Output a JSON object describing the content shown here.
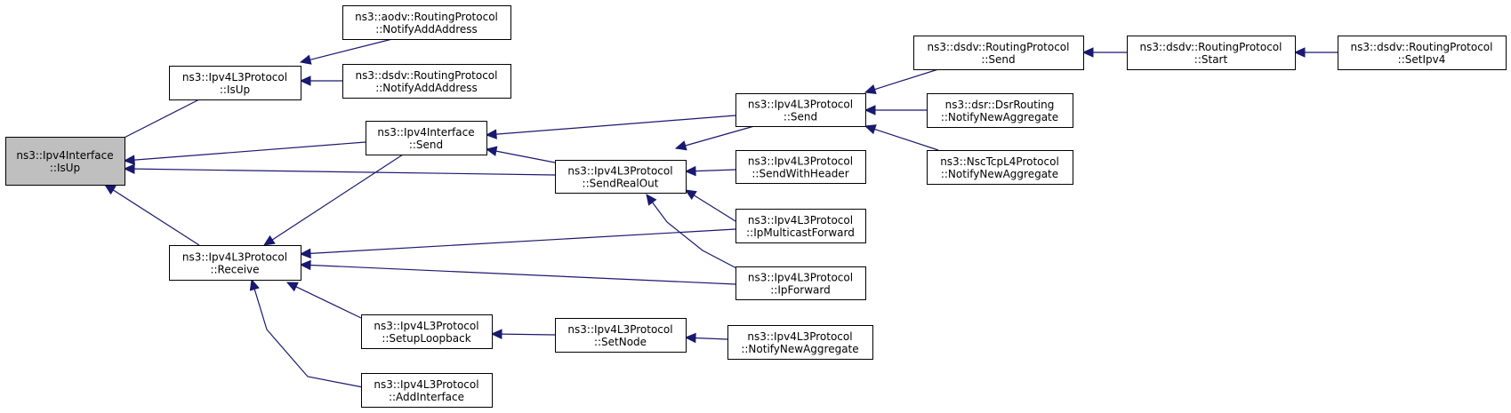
{
  "diagram": {
    "type": "call-graph",
    "colors": {
      "edge": "#191970",
      "root_fill": "#bfbfbf",
      "node_fill": "#ffffff",
      "node_border": "#000000"
    },
    "nodes": [
      {
        "id": "n0",
        "line1": "ns3::Ipv4Interface",
        "line2": "::IsUp",
        "root": true
      },
      {
        "id": "n1",
        "line1": "ns3::Ipv4L3Protocol",
        "line2": "::IsUp"
      },
      {
        "id": "n2",
        "line1": "ns3::Ipv4L3Protocol",
        "line2": "::Receive"
      },
      {
        "id": "n3",
        "line1": "ns3::aodv::RoutingProtocol",
        "line2": "::NotifyAddAddress"
      },
      {
        "id": "n4",
        "line1": "ns3::dsdv::RoutingProtocol",
        "line2": "::NotifyAddAddress"
      },
      {
        "id": "n5",
        "line1": "ns3::Ipv4Interface",
        "line2": "::Send"
      },
      {
        "id": "n6",
        "line1": "ns3::Ipv4L3Protocol",
        "line2": "::SetupLoopback"
      },
      {
        "id": "n7",
        "line1": "ns3::Ipv4L3Protocol",
        "line2": "::AddInterface"
      },
      {
        "id": "n8",
        "line1": "ns3::Ipv4L3Protocol",
        "line2": "::SendRealOut"
      },
      {
        "id": "n9",
        "line1": "ns3::Ipv4L3Protocol",
        "line2": "::SetNode"
      },
      {
        "id": "n10",
        "line1": "ns3::Ipv4L3Protocol",
        "line2": "::Send"
      },
      {
        "id": "n11",
        "line1": "ns3::Ipv4L3Protocol",
        "line2": "::SendWithHeader"
      },
      {
        "id": "n12",
        "line1": "ns3::Ipv4L3Protocol",
        "line2": "::IpMulticastForward"
      },
      {
        "id": "n13",
        "line1": "ns3::Ipv4L3Protocol",
        "line2": "::IpForward"
      },
      {
        "id": "n14",
        "line1": "ns3::Ipv4L3Protocol",
        "line2": "::NotifyNewAggregate"
      },
      {
        "id": "n15",
        "line1": "ns3::dsdv::RoutingProtocol",
        "line2": "::Send"
      },
      {
        "id": "n16",
        "line1": "ns3::dsr::DsrRouting",
        "line2": "::NotifyNewAggregate"
      },
      {
        "id": "n17",
        "line1": "ns3::NscTcpL4Protocol",
        "line2": "::NotifyNewAggregate"
      },
      {
        "id": "n18",
        "line1": "ns3::dsdv::RoutingProtocol",
        "line2": "::Start"
      },
      {
        "id": "n19",
        "line1": "ns3::dsdv::RoutingProtocol",
        "line2": "::SetIpv4"
      }
    ],
    "edges": [
      {
        "from": "n1",
        "to": "n0"
      },
      {
        "from": "n5",
        "to": "n0"
      },
      {
        "from": "n8",
        "to": "n0"
      },
      {
        "from": "n2",
        "to": "n0"
      },
      {
        "from": "n3",
        "to": "n1"
      },
      {
        "from": "n4",
        "to": "n1"
      },
      {
        "from": "n10",
        "to": "n5"
      },
      {
        "from": "n8",
        "to": "n5"
      },
      {
        "from": "n5",
        "to": "n2"
      },
      {
        "from": "n12",
        "to": "n2"
      },
      {
        "from": "n13",
        "to": "n2"
      },
      {
        "from": "n6",
        "to": "n2"
      },
      {
        "from": "n7",
        "to": "n2"
      },
      {
        "from": "n10",
        "to": "n8"
      },
      {
        "from": "n11",
        "to": "n8"
      },
      {
        "from": "n12",
        "to": "n8"
      },
      {
        "from": "n13",
        "to": "n8"
      },
      {
        "from": "n9",
        "to": "n6"
      },
      {
        "from": "n14",
        "to": "n9"
      },
      {
        "from": "n15",
        "to": "n10"
      },
      {
        "from": "n16",
        "to": "n10"
      },
      {
        "from": "n17",
        "to": "n10"
      },
      {
        "from": "n18",
        "to": "n15"
      },
      {
        "from": "n19",
        "to": "n18"
      }
    ]
  }
}
